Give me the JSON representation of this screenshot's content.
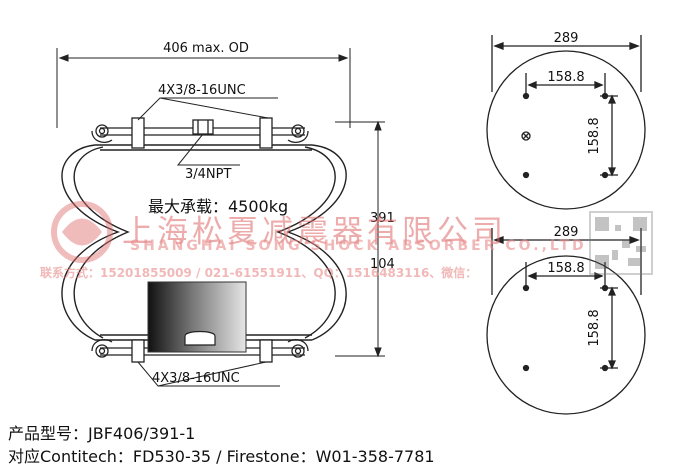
{
  "labels": {
    "od": "406 max. OD",
    "thread_top": "4X3/8-16UNC",
    "npt": "3/4NPT",
    "load": "最大承载：4500kg",
    "height_max": "391",
    "height_min": "104",
    "thread_bottom": "4X3/8-16UNC",
    "plate_top_dia": "289",
    "plate_top_h": "158.8",
    "plate_top_v": "158.8",
    "plate_bottom_dia": "289",
    "plate_bottom_h": "158.8",
    "plate_bottom_v": "158.8"
  },
  "watermark": {
    "company_cn": "上海松夏减震器有限公司",
    "company_en": "SHANGHAI SONG SHOCK ABSORBER CO.,LTD",
    "contact": "联系方式：15201855009 / 021-61551911、QQ：1516483116、微信："
  },
  "caption": {
    "model": "产品型号：JBF406/391-1",
    "cross_ref": "对应Contitech：FD530-35 / Firestone：W01-358-7781"
  },
  "colors": {
    "line": "#222222",
    "watermark": "#e06a6a"
  }
}
